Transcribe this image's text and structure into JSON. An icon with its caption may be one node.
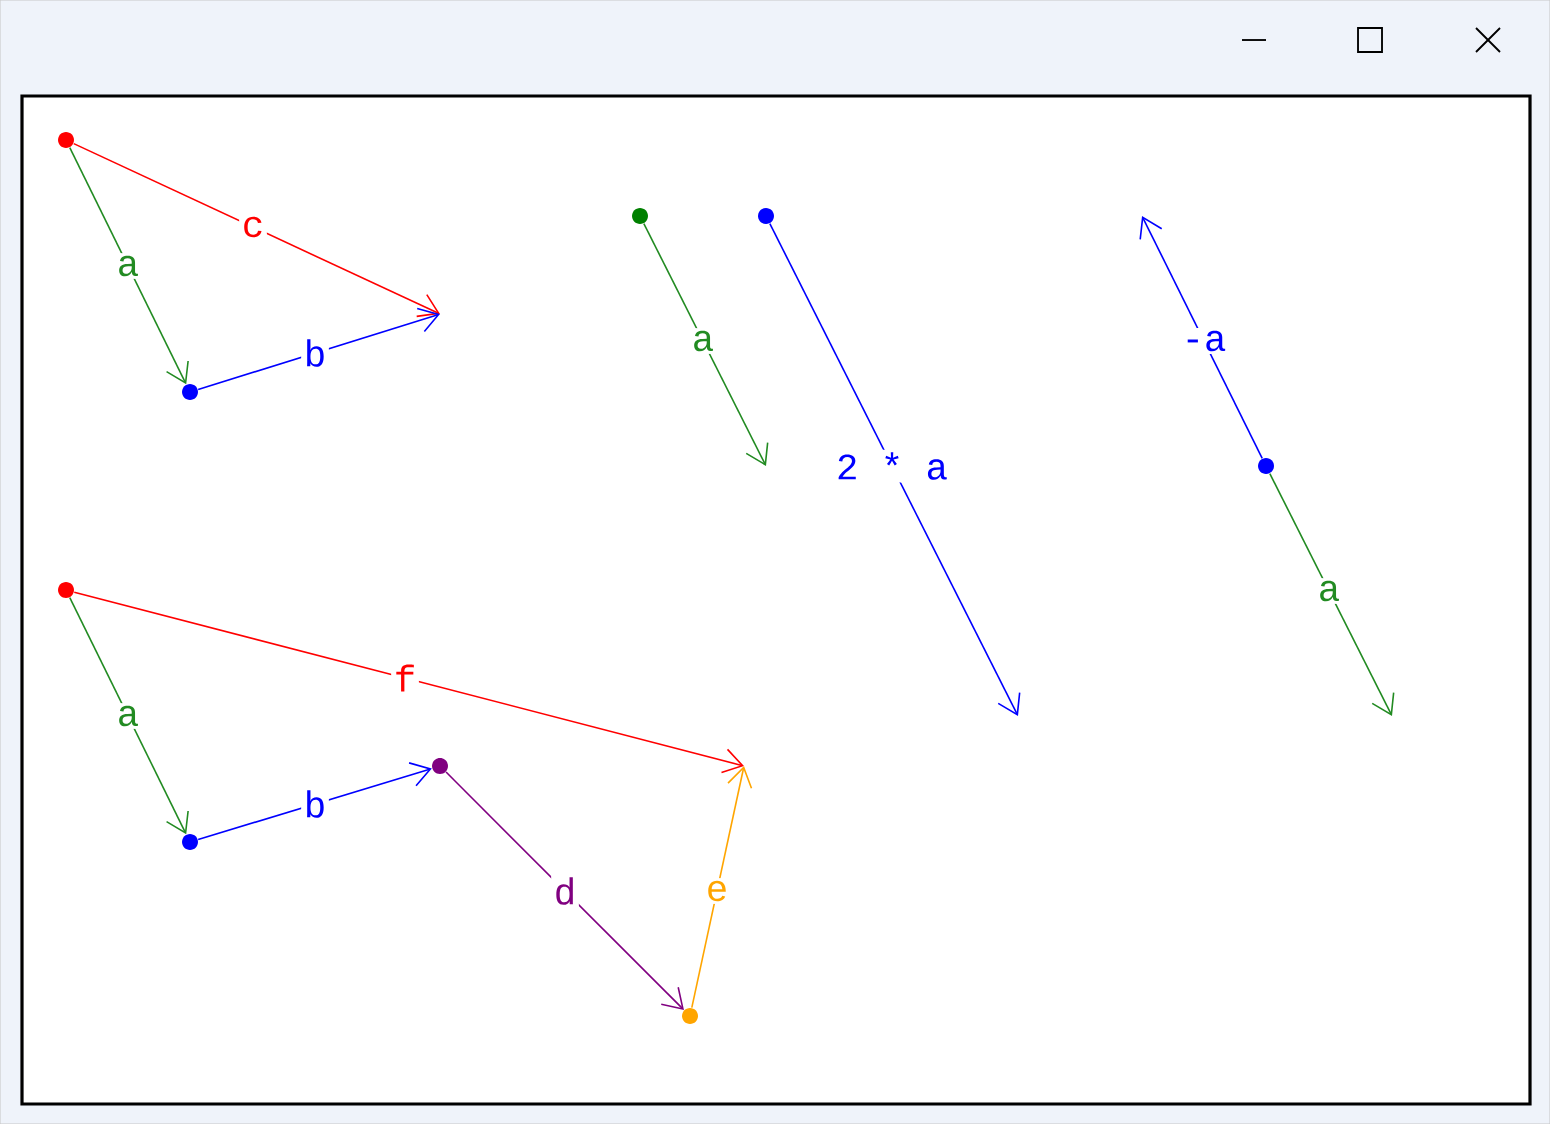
{
  "diagram": {
    "nodes": [
      {
        "text": [],
        "shape": "circle"
      },
      {
        "text": [],
        "shape": "circle"
      },
      {
        "text": [],
        "shape": "circle"
      },
      {
        "text": [],
        "shape": "circle"
      },
      {
        "text": [],
        "shape": "circle"
      },
      {
        "text": [],
        "shape": "circle"
      },
      {
        "text": [],
        "shape": "circle"
      },
      {
        "text": [],
        "shape": "circle"
      },
      {
        "text": [],
        "shape": "circle"
      }
    ],
    "edges": [
      {
        "from": 0,
        "to": 1,
        "arrow": "to",
        "label": "a",
        "color": "#228b22"
      },
      {
        "from": 0,
        "to": null,
        "arrow": "to",
        "label": "c",
        "color": "#ff0000"
      },
      {
        "from": 1,
        "to": null,
        "arrow": "to",
        "label": "b",
        "color": "#0000ff"
      },
      {
        "from": 2,
        "to": null,
        "arrow": "to",
        "label": "a",
        "color": "#228b22"
      },
      {
        "from": 3,
        "to": null,
        "arrow": "to",
        "label": "2 * a",
        "color": "#0000ff"
      },
      {
        "from": 4,
        "to": null,
        "arrow": "to",
        "label": "-a",
        "color": "#0000ff"
      },
      {
        "from": 4,
        "to": null,
        "arrow": "to",
        "label": "a",
        "color": "#228b22"
      },
      {
        "from": 5,
        "to": 6,
        "arrow": "to",
        "label": "a",
        "color": "#228b22"
      },
      {
        "from": 5,
        "to": null,
        "arrow": "to",
        "label": "f",
        "color": "#ff0000"
      },
      {
        "from": 6,
        "to": 7,
        "arrow": "to",
        "label": "b",
        "color": "#0000ff"
      },
      {
        "from": 7,
        "to": 8,
        "arrow": "to",
        "label": "d",
        "color": "#800080"
      },
      {
        "from": 8,
        "to": null,
        "arrow": "to",
        "label": "e",
        "color": "#ffa500"
      }
    ]
  }
}
